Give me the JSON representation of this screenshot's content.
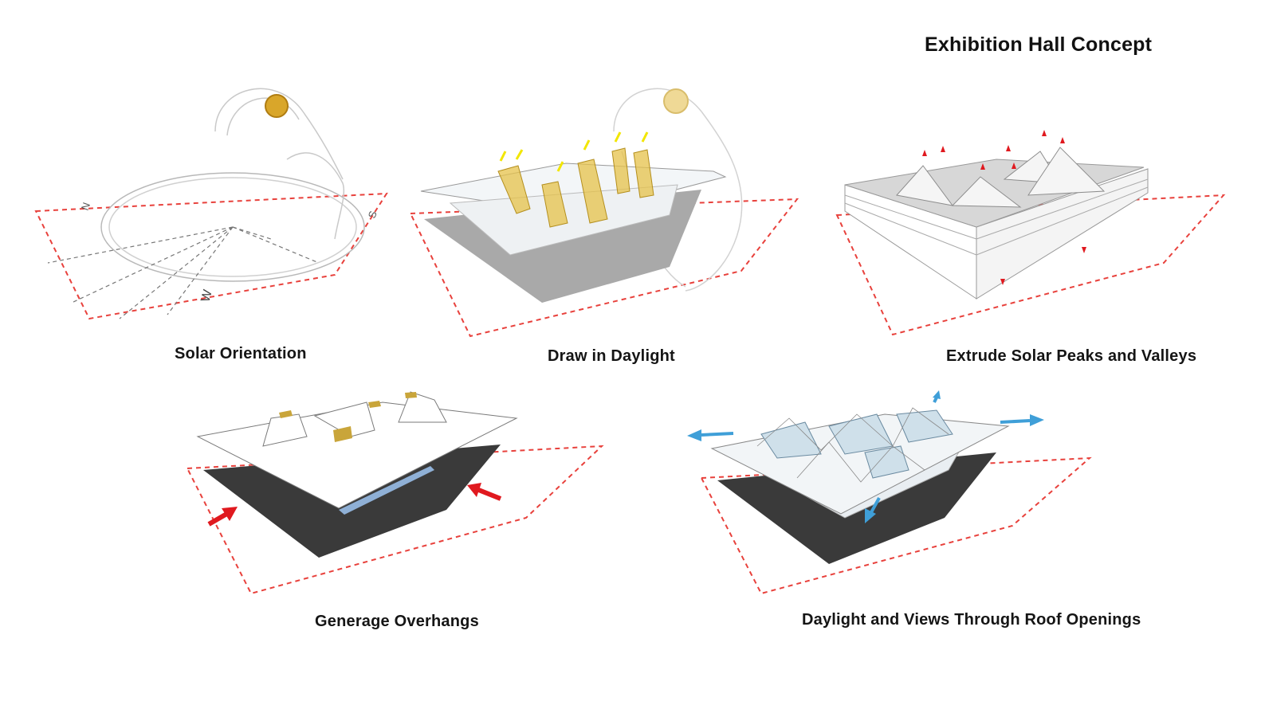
{
  "title": "Exhibition Hall Concept",
  "panels": [
    {
      "caption": "Solar Orientation",
      "compass": [
        "N",
        "S",
        "W"
      ]
    },
    {
      "caption": "Draw in Daylight"
    },
    {
      "caption": "Extrude Solar Peaks and Valleys"
    },
    {
      "caption": "Generage Overhangs"
    },
    {
      "caption": "Daylight and Views Through Roof Openings"
    }
  ],
  "colors": {
    "dashed_outline": "#e8413c",
    "sun": "#d9a62a",
    "light_shaft": "#e6c24a",
    "ray": "#f2e600",
    "ground_grey": "#a9a9a9",
    "ground_dark": "#3a3a3a",
    "wind_arrow": "#e0191f",
    "view_arrow": "#3f9fd8",
    "roof": "#ffffff",
    "glass": "#cfe0ea"
  }
}
